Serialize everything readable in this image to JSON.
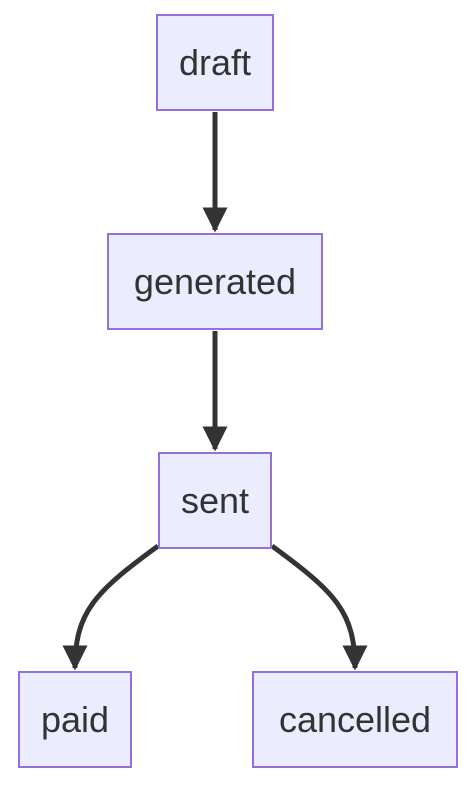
{
  "diagram": {
    "type": "flowchart",
    "direction": "top-down",
    "colors": {
      "node_fill": "#ECECFF",
      "node_border": "#9370DB",
      "text": "#333333",
      "edge": "#333333"
    },
    "nodes": {
      "draft": {
        "label": "draft"
      },
      "generated": {
        "label": "generated"
      },
      "sent": {
        "label": "sent"
      },
      "paid": {
        "label": "paid"
      },
      "cancelled": {
        "label": "cancelled"
      }
    },
    "edges": [
      {
        "from": "draft",
        "to": "generated"
      },
      {
        "from": "generated",
        "to": "sent"
      },
      {
        "from": "sent",
        "to": "paid"
      },
      {
        "from": "sent",
        "to": "cancelled"
      }
    ]
  }
}
